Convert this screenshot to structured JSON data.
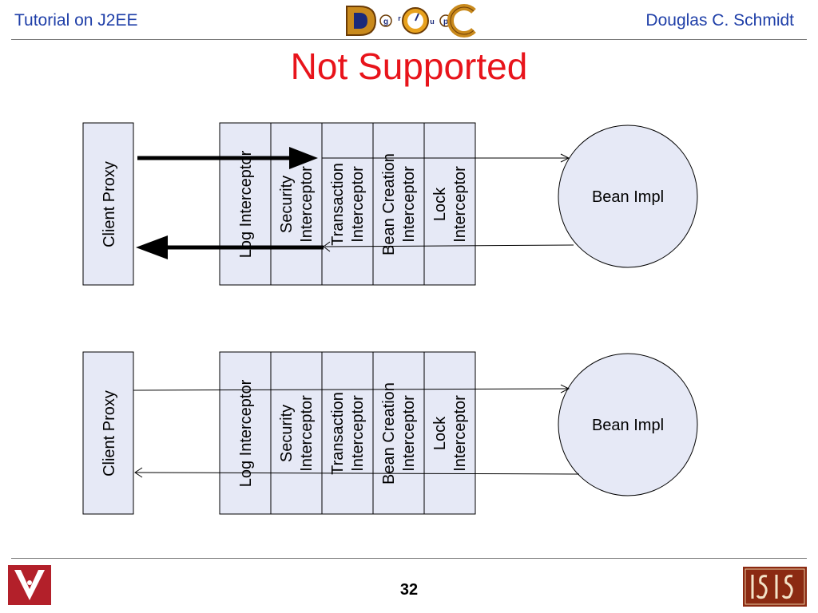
{
  "header": {
    "left_text": "Tutorial on J2EE",
    "right_text": "Douglas C. Schmidt"
  },
  "logo": {
    "name": "doc-group-logo",
    "letters": [
      "D",
      "g",
      "r",
      "o",
      "u",
      "p",
      "C"
    ]
  },
  "title": "Not Supported",
  "diagrams": [
    {
      "client_label": "Client Proxy",
      "interceptors": [
        {
          "lines": [
            "Log Interceptor"
          ]
        },
        {
          "lines": [
            "Security",
            "Interceptor"
          ]
        },
        {
          "lines": [
            "Transaction",
            "Interceptor"
          ]
        },
        {
          "lines": [
            "Bean Creation",
            "Interceptor"
          ]
        },
        {
          "lines": [
            "Lock",
            "Interceptor"
          ]
        }
      ],
      "bean_label": "Bean Impl"
    },
    {
      "client_label": "Client Proxy",
      "interceptors": [
        {
          "lines": [
            "Log Interceptor"
          ]
        },
        {
          "lines": [
            "Security",
            "Interceptor"
          ]
        },
        {
          "lines": [
            "Transaction",
            "Interceptor"
          ]
        },
        {
          "lines": [
            "Bean Creation",
            "Interceptor"
          ]
        },
        {
          "lines": [
            "Lock",
            "Interceptor"
          ]
        }
      ],
      "bean_label": "Bean Impl"
    }
  ],
  "footer": {
    "page_number": "32",
    "left_logo": "vanderbilt-logo",
    "right_logo": "isis-logo"
  },
  "colors": {
    "header_text": "#1f3fa8",
    "title": "#e8141b",
    "box_fill": "#e6e9f6",
    "logo_red": "#b3202a",
    "logo_brown": "#8b2a12"
  }
}
